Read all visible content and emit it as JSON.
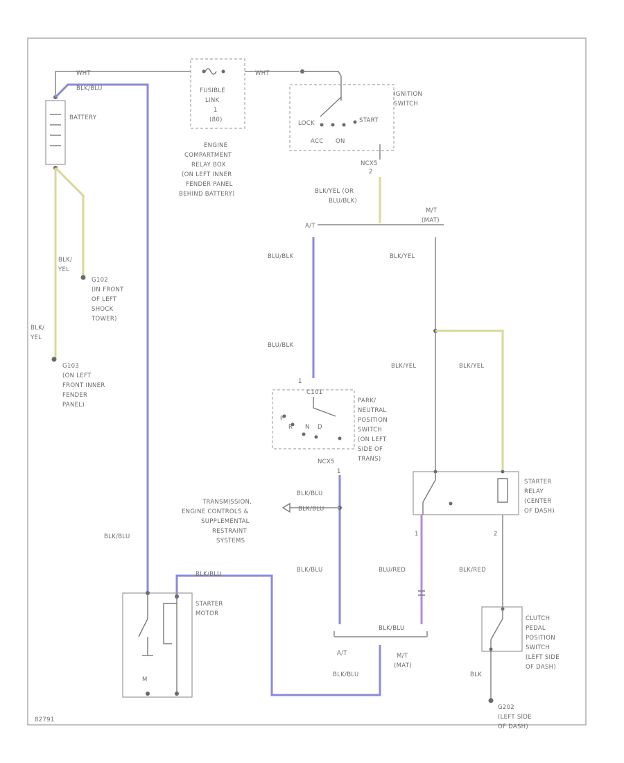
{
  "diagram": {
    "battery": {
      "label": "BATTERY",
      "wire_top_red": "WHT",
      "wire_top_blue": "BLK/BLU"
    },
    "fusible_link": {
      "label_lines": [
        "FUSIBLE",
        "LINK",
        "1",
        "(80)"
      ]
    },
    "relay_box": {
      "label_lines": [
        "ENGINE",
        "COMPARTMENT",
        "RELAY BOX",
        "(ON LEFT INNER",
        "FENDER PANEL",
        "BEHIND BATTERY)"
      ]
    },
    "wire_wht_after_fuse": "WHT",
    "ignition_switch": {
      "label_lines": [
        "IGNITION",
        "SWITCH"
      ],
      "pos_lock": "LOCK",
      "pos_start": "START",
      "pos_acc": "ACC",
      "pos_on": "ON",
      "connector": "NCX5",
      "pin": "2"
    },
    "ign_wire": {
      "label_lines": [
        "BLK/YEL (OR",
        "BLU/BLK)"
      ]
    },
    "at_label": "A/T",
    "mt_label_lines": [
      "M/T",
      "(MAT)"
    ],
    "wire_blu_blk_1": "BLU/BLK",
    "wire_blu_blk_2": "BLU/BLK",
    "wire_blk_yel_1": "BLK/YEL",
    "wire_blk_yel_2": "BLK/YEL",
    "wire_blk_yel_3": "BLK/YEL",
    "ground_g102": {
      "label_lines": [
        "G102",
        "(IN FRONT",
        "OF LEFT",
        "SHOCK",
        "TOWER)"
      ],
      "wire_lines": [
        "BLK/",
        "YEL"
      ]
    },
    "ground_g103": {
      "label_lines": [
        "G103",
        "(ON LEFT",
        "FRONT INNER",
        "FENDER",
        "PANEL)"
      ],
      "wire_lines": [
        "BLK/",
        "YEL"
      ]
    },
    "pnp_switch": {
      "label_lines": [
        "PARK/",
        "NEUTRAL",
        "POSITION",
        "SWITCH",
        "(ON LEFT",
        "SIDE OF",
        "TRANS)"
      ],
      "conn_top": "C101",
      "conn_bottom": "NCX5",
      "pin_top": "1",
      "pin_bottom": "1"
    },
    "starter_relay": {
      "label_lines": [
        "STARTER",
        "RELAY",
        "(CENTER",
        "OF DASH)"
      ],
      "pin_left": "1",
      "pin_right": "2"
    },
    "trans_controls": {
      "label_lines": [
        "TRANSMISSION,",
        "ENGINE CONTROLS &",
        "SUPPLEMENTAL",
        "RESTRAINT",
        "SYSTEMS"
      ],
      "wire": "BLK/BLU"
    },
    "wire_blk_blu_pnp_out": "BLK/BLU",
    "wire_blk_blu_center": "BLK/BLU",
    "wire_blk_blu_left": "BLK/BLU",
    "wire_blk_blu_bottom": "BLK/BLU",
    "wire_blk_blu_mt": "BLK/BLU",
    "wire_blk_red_purple": "BLU/RED",
    "wire_blk_red": "BLK/RED",
    "starter_motor": {
      "label_lines": [
        "STARTER",
        "MOTOR"
      ],
      "m_symbol": "M"
    },
    "starter_wire": "BLK/BLU",
    "at_bottom": "A/T",
    "mt_bottom_lines": [
      "M/T",
      "(MAT)"
    ],
    "clutch_switch": {
      "label_lines": [
        "CLUTCH",
        "PEDAL",
        "POSITION",
        "SWITCH",
        "(LEFT SIDE",
        "OF DASH)"
      ],
      "wire": "BLK"
    },
    "ground_g202": {
      "label_lines": [
        "G202",
        "(LEFT SIDE",
        "OF DASH)"
      ]
    },
    "diagram_id": "82791"
  },
  "colors": {
    "blue_wire": "#8a8ad8",
    "yellow_wire": "#d8d89a",
    "purple_wire": "#b48ad8",
    "gray_wire": "#a6a6a6"
  }
}
